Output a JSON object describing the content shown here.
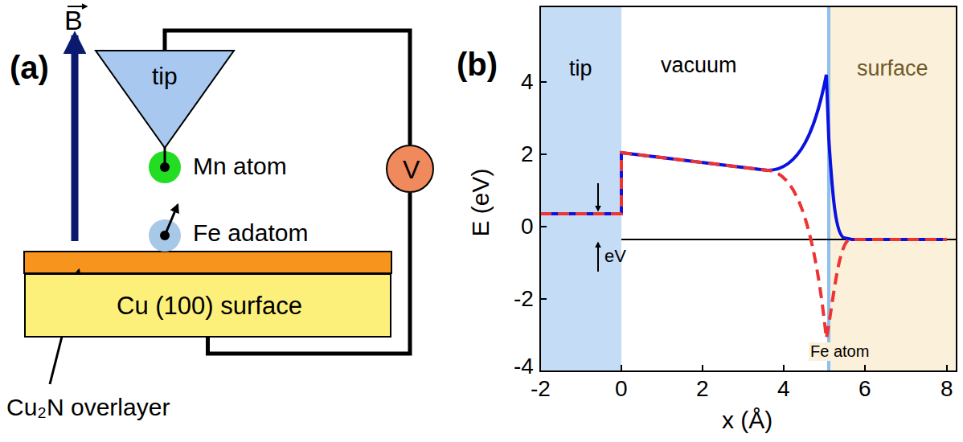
{
  "diagram": {
    "nodes": [
      {
        "text": [
          "tip"
        ]
      },
      {
        "text": [
          "Mn atom"
        ]
      },
      {
        "text": [
          "Fe adatom"
        ]
      },
      {
        "text": [
          "V"
        ]
      },
      {
        "text": [
          "Cu (100) surface"
        ]
      },
      {
        "text": [
          "tip"
        ]
      },
      {
        "text": [
          "surface"
        ]
      }
    ],
    "edges": [
      {
        "from": 0,
        "to": 3,
        "arrow": "none"
      },
      {
        "from": 3,
        "to": 4,
        "arrow": "none"
      }
    ],
    "labels": [
      "(a)",
      "B",
      "Cu₂N overlayer",
      "(b)",
      "vacuum",
      "4",
      "2",
      "0",
      "-2",
      "-4",
      "E (eV)",
      "-2",
      "0",
      "2",
      "4",
      "6",
      "8",
      "x (Å)",
      "eV",
      "Fe atom"
    ]
  }
}
